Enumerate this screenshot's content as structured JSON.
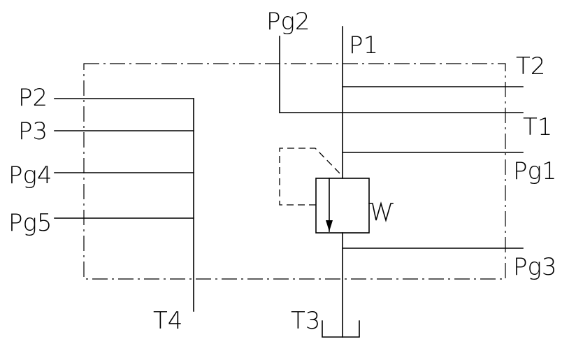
{
  "ports": {
    "pg2": "Pg2",
    "p1": "P1",
    "t2": "T2",
    "t1": "T1",
    "pg1": "Pg1",
    "pg3": "Pg3",
    "t3": "T3",
    "t4": "T4",
    "p2": "P2",
    "p3": "P3",
    "pg4": "Pg4",
    "pg5": "Pg5"
  },
  "symbols": {
    "spring": "W"
  }
}
